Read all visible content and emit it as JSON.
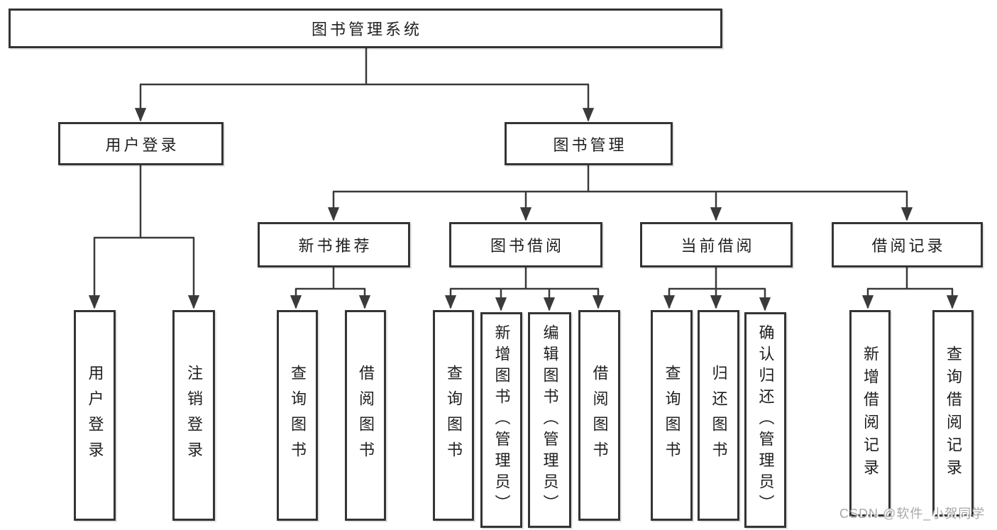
{
  "title": {
    "label": "图书管理系统"
  },
  "branches": {
    "user_login": {
      "label": "用户登录",
      "leaves": [
        "用户登录",
        "注销登录"
      ]
    },
    "book_management": {
      "label": "图书管理",
      "children": {
        "new_book": {
          "label": "新书推荐",
          "leaves": [
            "查询图书",
            "借阅图书"
          ]
        },
        "book_borrow": {
          "label": "图书借阅",
          "leaves": [
            "查询图书",
            "新增图书（管理员）",
            "编辑图书（管理员）",
            "借阅图书"
          ]
        },
        "current_borrow": {
          "label": "当前借阅",
          "leaves": [
            "查询图书",
            "归还图书",
            "确认归还（管理员）"
          ]
        },
        "borrow_records": {
          "label": "借阅记录",
          "leaves": [
            "新增借阅记录",
            "查询借阅记录"
          ]
        }
      }
    }
  },
  "watermark": {
    "text": "CSDN @软件_小贺同学"
  },
  "colors": {
    "line": "#3a3a3a",
    "text": "#1f1f1f",
    "box_background": "#ffffff",
    "watermark": "#a8a8a8"
  }
}
